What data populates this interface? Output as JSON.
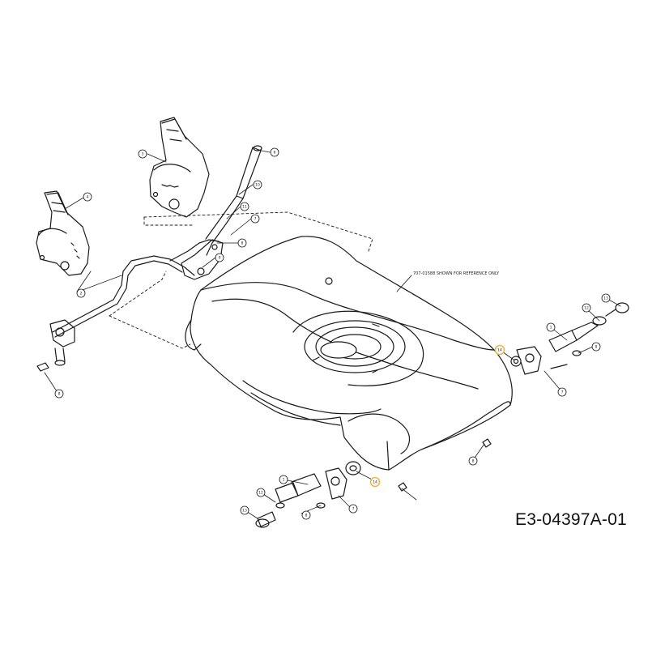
{
  "drawing": {
    "number": "E3-04397A-01",
    "reference_note": "707-01588 SHOWN FOR REFERENCE ONLY"
  },
  "callouts": [
    {
      "id": "c3",
      "label": "3"
    },
    {
      "id": "c4",
      "label": "4"
    },
    {
      "id": "c6",
      "label": "6"
    },
    {
      "id": "c10",
      "label": "10"
    },
    {
      "id": "c11",
      "label": "11"
    },
    {
      "id": "c7a",
      "label": "7"
    },
    {
      "id": "c8a",
      "label": "8"
    },
    {
      "id": "c9",
      "label": "9"
    },
    {
      "id": "c2",
      "label": "2"
    },
    {
      "id": "c5",
      "label": "5"
    },
    {
      "id": "c8b",
      "label": "8"
    },
    {
      "id": "c13a",
      "label": "13"
    },
    {
      "id": "c12a",
      "label": "12"
    },
    {
      "id": "c1a",
      "label": "1"
    },
    {
      "id": "c14a",
      "label": "14"
    },
    {
      "id": "c8c",
      "label": "8"
    },
    {
      "id": "c8d",
      "label": "8"
    },
    {
      "id": "c7b",
      "label": "7"
    },
    {
      "id": "c14b",
      "label": "14"
    },
    {
      "id": "c1b",
      "label": "1"
    },
    {
      "id": "c12b",
      "label": "12"
    },
    {
      "id": "c13b",
      "label": "13"
    },
    {
      "id": "c8e",
      "label": "8"
    },
    {
      "id": "c7c",
      "label": "7"
    }
  ],
  "colors": {
    "line": "#1a1a1a",
    "highlight": "#e8b84a"
  }
}
